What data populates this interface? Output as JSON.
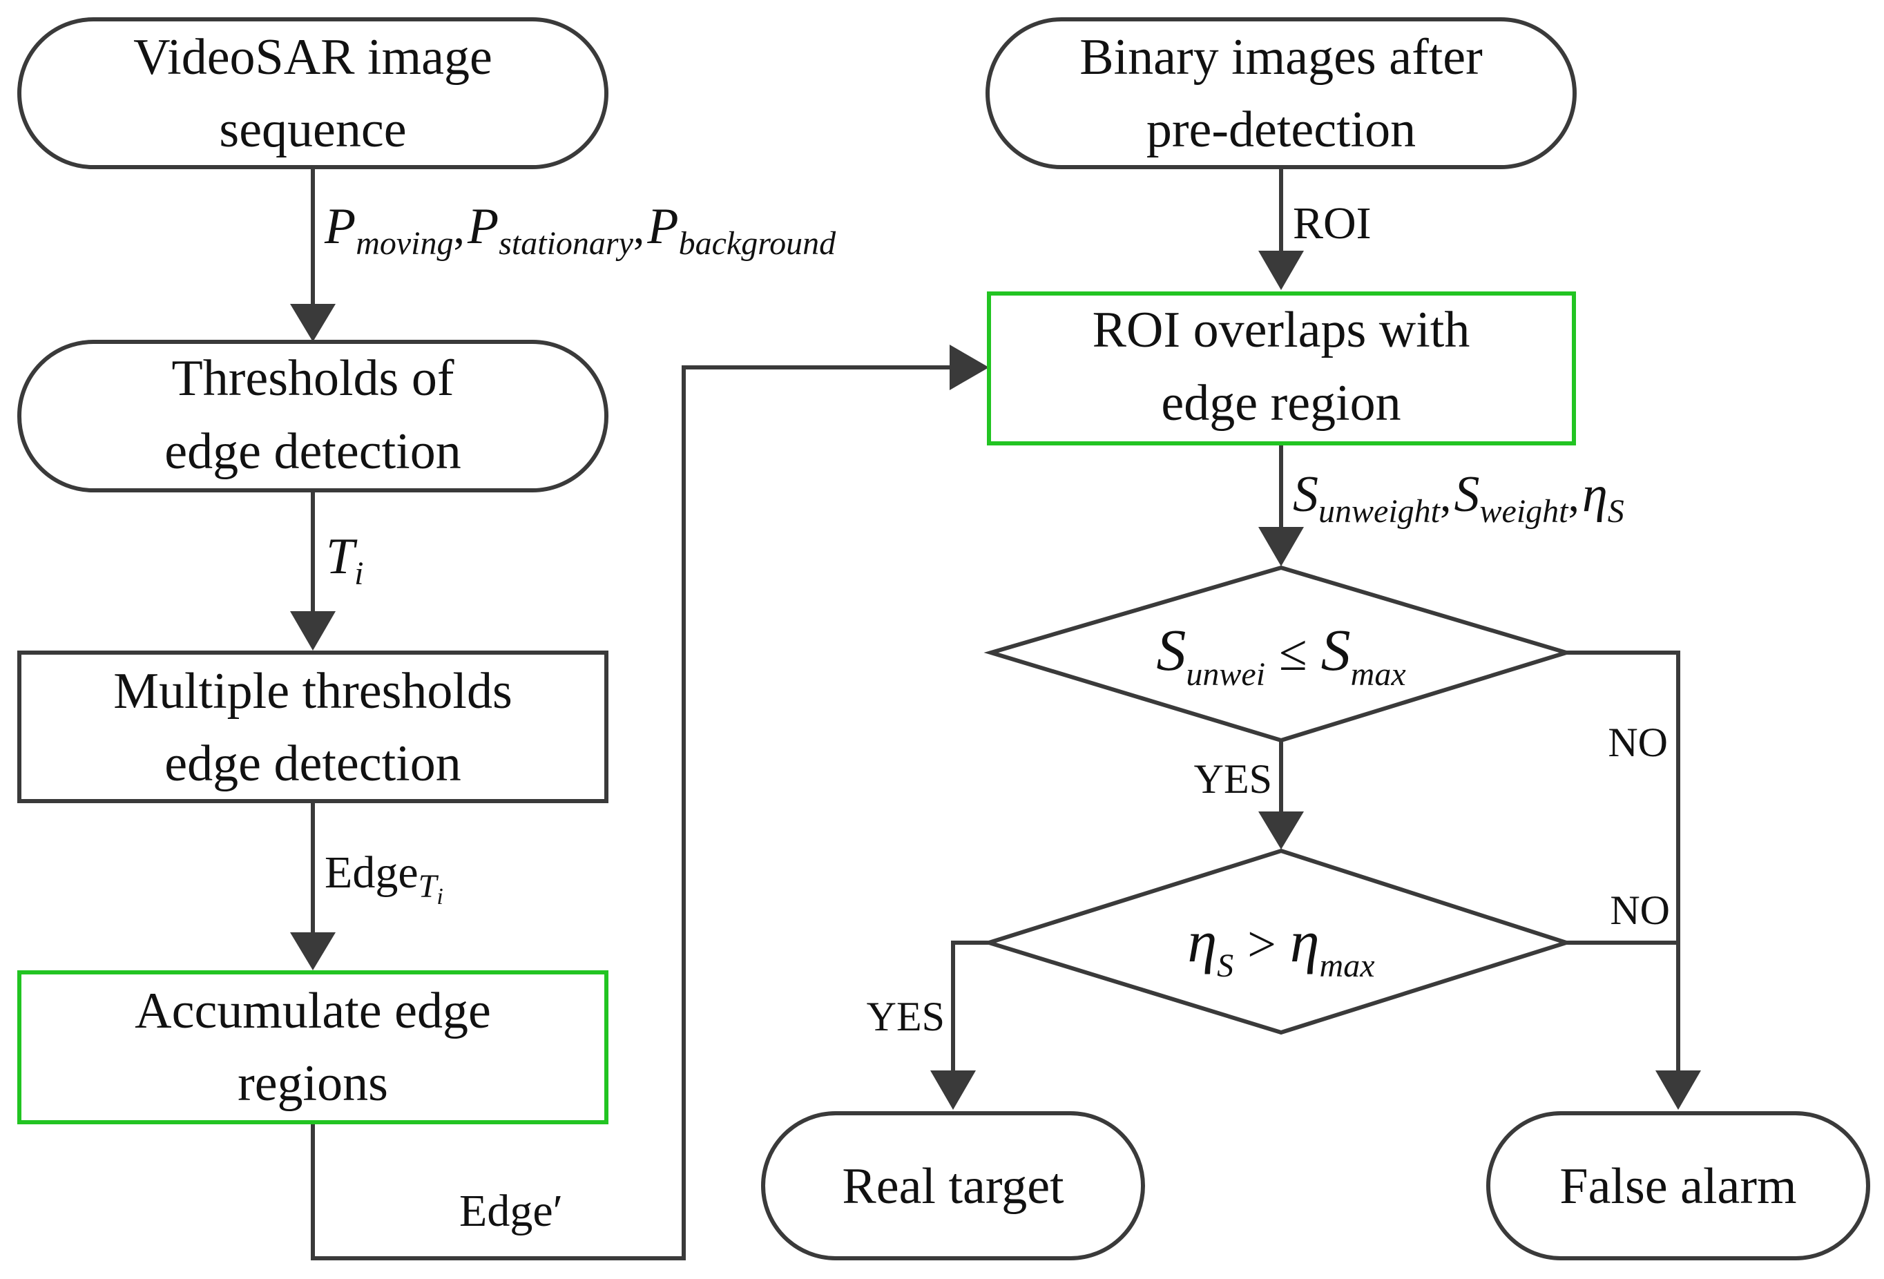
{
  "nodes": {
    "image_sequence": {
      "lines": [
        "VideoSAR image",
        "sequence"
      ]
    },
    "thresholds": {
      "lines": [
        "Thresholds of",
        "edge detection"
      ]
    },
    "multi_threshold": {
      "lines": [
        "Multiple thresholds",
        "edge detection"
      ]
    },
    "accumulate": {
      "lines": [
        "Accumulate edge",
        "regions"
      ]
    },
    "binary_images": {
      "lines": [
        "Binary images after",
        "pre-detection"
      ]
    },
    "roi_overlap": {
      "lines": [
        "ROI overlaps with",
        "edge region"
      ]
    },
    "decision_s": {
      "lhs": "S",
      "lhs_sub": "unwei",
      "op": "≤",
      "rhs": "S",
      "rhs_sub": "max"
    },
    "decision_eta": {
      "lhs": "η",
      "lhs_sub": "S",
      "op": ">",
      "rhs": "η",
      "rhs_sub": "max"
    },
    "real_target": {
      "label": "Real target"
    },
    "false_alarm": {
      "label": "False alarm"
    }
  },
  "edges": {
    "probabilities": {
      "p1": "P",
      "p1_sub": "moving",
      "sep1": ",",
      "p2": "P",
      "p2_sub": "stationary",
      "sep2": ",",
      "p3": "P",
      "p3_sub": "background"
    },
    "thresholds": {
      "sym": "T",
      "sub": "i"
    },
    "edge_ti": {
      "text": "Edge",
      "sub": "T",
      "subsub": "i"
    },
    "edge_prime": {
      "text": "Edge′"
    },
    "roi": {
      "text": "ROI"
    },
    "areas": {
      "s1": "S",
      "s1_sub": "unweight",
      "sep1": ",",
      "s2": "S",
      "s2_sub": "weight",
      "sep2": ",",
      "eta": "η",
      "eta_sub": "S"
    },
    "yes_1": "YES",
    "no_1": "NO",
    "yes_2": "YES",
    "no_2": "NO"
  },
  "colors": {
    "stroke": "#3a3a3a",
    "highlight_stroke": "#22c422",
    "text": "#111111"
  }
}
